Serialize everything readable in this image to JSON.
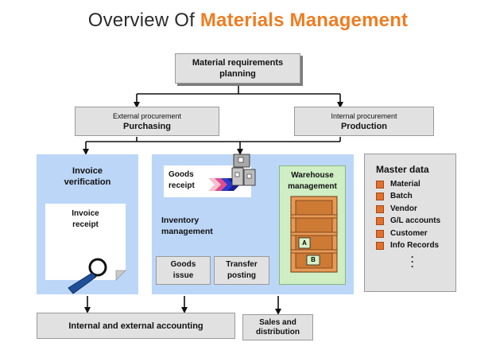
{
  "title": {
    "prefix": "Overview Of ",
    "accent": "Materials Management"
  },
  "mrp": {
    "line1": "Material requirements",
    "line2": "planning"
  },
  "external": {
    "line1": "External procurement",
    "line2": "Purchasing"
  },
  "internal": {
    "line1": "Internal procurement",
    "line2": "Production"
  },
  "invoice_verification": {
    "line1": "Invoice",
    "line2": "verification"
  },
  "invoice_receipt": {
    "line1": "Invoice",
    "line2": "receipt"
  },
  "goods_receipt": {
    "line1": "Goods",
    "line2": "receipt"
  },
  "inventory": {
    "line1": "Inventory",
    "line2": "management"
  },
  "warehouse": {
    "line1": "Warehouse",
    "line2": "management"
  },
  "goods_issue": {
    "line1": "Goods",
    "line2": "issue"
  },
  "transfer_posting": {
    "line1": "Transfer",
    "line2": "posting"
  },
  "master_data": {
    "title": "Master data",
    "items": [
      "Material",
      "Batch",
      "Vendor",
      "G/L accounts",
      "Customer",
      "Info Records"
    ],
    "more": "."
  },
  "accounting": "Internal and external accounting",
  "sales": {
    "line1": "Sales and",
    "line2": "distribution"
  },
  "shelf_labels": {
    "a": "A",
    "b": "B"
  },
  "colors": {
    "accent": "#ee7d22",
    "panel_blue": "#bcd6f7",
    "box_gray": "#e1e1e1",
    "warehouse_green": "#cfeec4",
    "shelf_orange": "#e89a55"
  }
}
